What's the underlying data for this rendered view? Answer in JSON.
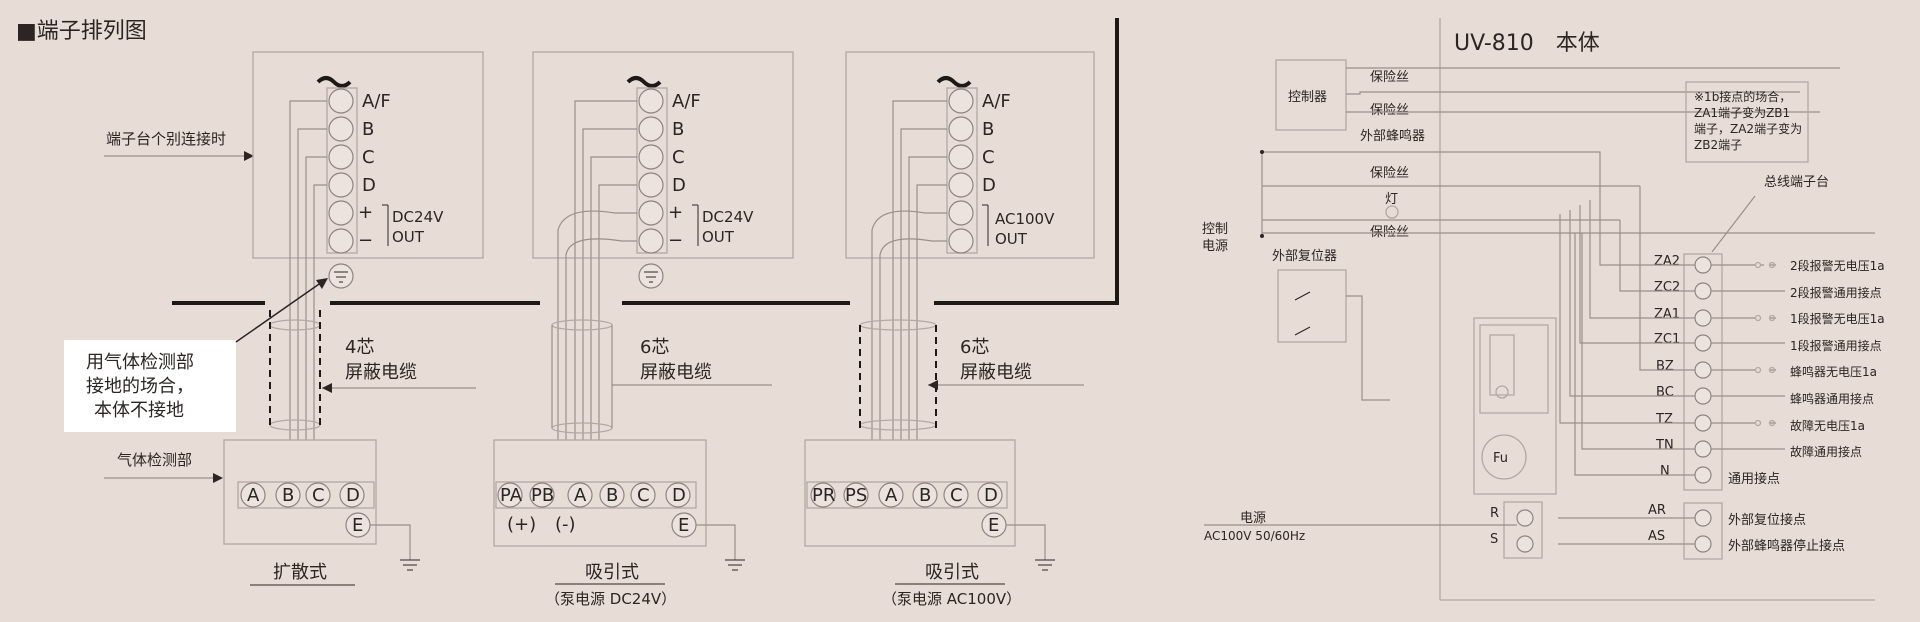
{
  "header": {
    "title": "■端子排列图"
  },
  "left": {
    "note_terminal": "端子台个别连接时",
    "terminal_labels": [
      "A/F",
      "B",
      "C",
      "D",
      "+",
      "−"
    ],
    "sensor_note": "气体检测部",
    "callout": [
      "用气体检测部",
      "接地的场合，",
      "本体不接地"
    ],
    "units": [
      {
        "out_voltage": "DC24V",
        "out_label": "OUT",
        "cable_cores": "4芯",
        "cable_type": "屏蔽电缆",
        "sensor_terms": [
          "A",
          "B",
          "C",
          "D"
        ],
        "earth": "E",
        "title": "扩散式",
        "subtitle": ""
      },
      {
        "out_voltage": "DC24V",
        "out_label": "OUT",
        "cable_cores": "6芯",
        "cable_type": "屏蔽电缆",
        "sensor_terms": [
          "PA",
          "PB",
          "A",
          "B",
          "C",
          "D"
        ],
        "earth": "E",
        "pump_labels": [
          "(+)",
          "(-)"
        ],
        "title": "吸引式",
        "subtitle": "（泵电源 DC24V）"
      },
      {
        "out_voltage": "AC100V",
        "out_label": "OUT",
        "cable_cores": "6芯",
        "cable_type": "屏蔽电缆",
        "sensor_terms": [
          "PR",
          "PS",
          "A",
          "B",
          "C",
          "D"
        ],
        "earth": "E",
        "title": "吸引式",
        "subtitle": "（泵电源 AC100V）"
      }
    ]
  },
  "right": {
    "model": "UV-810　本体",
    "controller": "控制器",
    "fuses": [
      "保险丝",
      "保险丝",
      "保险丝",
      "保险丝"
    ],
    "buzzer": "外部蜂鸣器",
    "lamp": "灯",
    "control_power": [
      "控制",
      "电源"
    ],
    "reset_device": "外部复位器",
    "note": [
      "※1b接点的场合，",
      "ZA1端子变为ZB1",
      "端子，ZA2端子变为",
      "ZB2端子"
    ],
    "bus_terminal": "总线端子台",
    "terminals": [
      "ZA2",
      "ZC2",
      "ZA1",
      "ZC1",
      "BZ",
      "BC",
      "TZ",
      "TN",
      "N"
    ],
    "contacts": [
      "2段报警无电压1a",
      "2段报警通用接点",
      "1段报警无电压1a",
      "1段报警通用接点",
      "蜂鸣器无电压1a",
      "蜂鸣器通用接点",
      "故障无电压1a",
      "故障通用接点",
      "通用接点"
    ],
    "ext_terminals": [
      "AR",
      "AS"
    ],
    "ext_contacts": [
      "外部复位接点",
      "外部蜂鸣器停止接点"
    ],
    "power_terms": [
      "R",
      "S"
    ],
    "power_label": "电源",
    "power_spec": "AC100V 50/60Hz",
    "fuse_holder": "Fu"
  }
}
